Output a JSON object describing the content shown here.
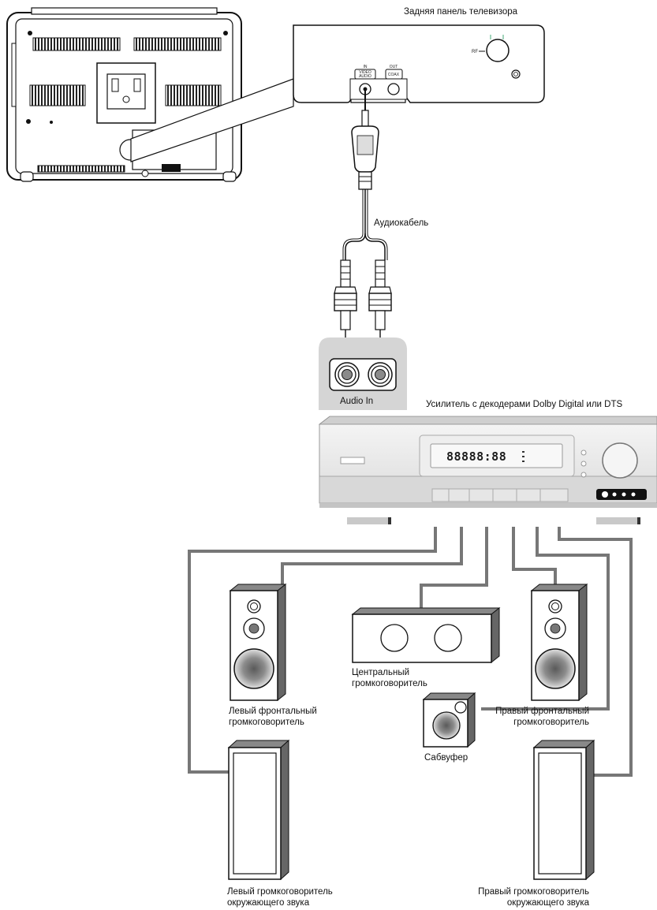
{
  "labels": {
    "tv_back_panel": "Задняя панель телевизора",
    "audio_cable": "Аудиокабель",
    "audio_in": "Audio In",
    "amplifier": "Усилитель с декодерами Dolby Digital или DTS",
    "center_speaker": [
      "Центральный",
      "громкоговоритель"
    ],
    "left_front": [
      "Левый фронтальный",
      "громкоговоритель"
    ],
    "right_front": [
      "Правый фронтальный",
      "громкоговоритель"
    ],
    "subwoofer": "Сабвуфер",
    "left_surround": [
      "Левый громкоговоритель",
      "окружающего звука"
    ],
    "right_surround": [
      "Правый громкоговоритель",
      "окружающего звука"
    ]
  },
  "tv_panel_marks": {
    "in": "IN",
    "video": "VIDEO",
    "audio": "AUDIO",
    "out": "OUT",
    "coax": "COAX",
    "rf": "RF"
  },
  "amp_display": "88888:88",
  "icons": [
    "tv-rear-icon",
    "audio-jack-icon",
    "rca-plug-icon",
    "amplifier-icon",
    "speaker-icon",
    "subwoofer-icon"
  ]
}
